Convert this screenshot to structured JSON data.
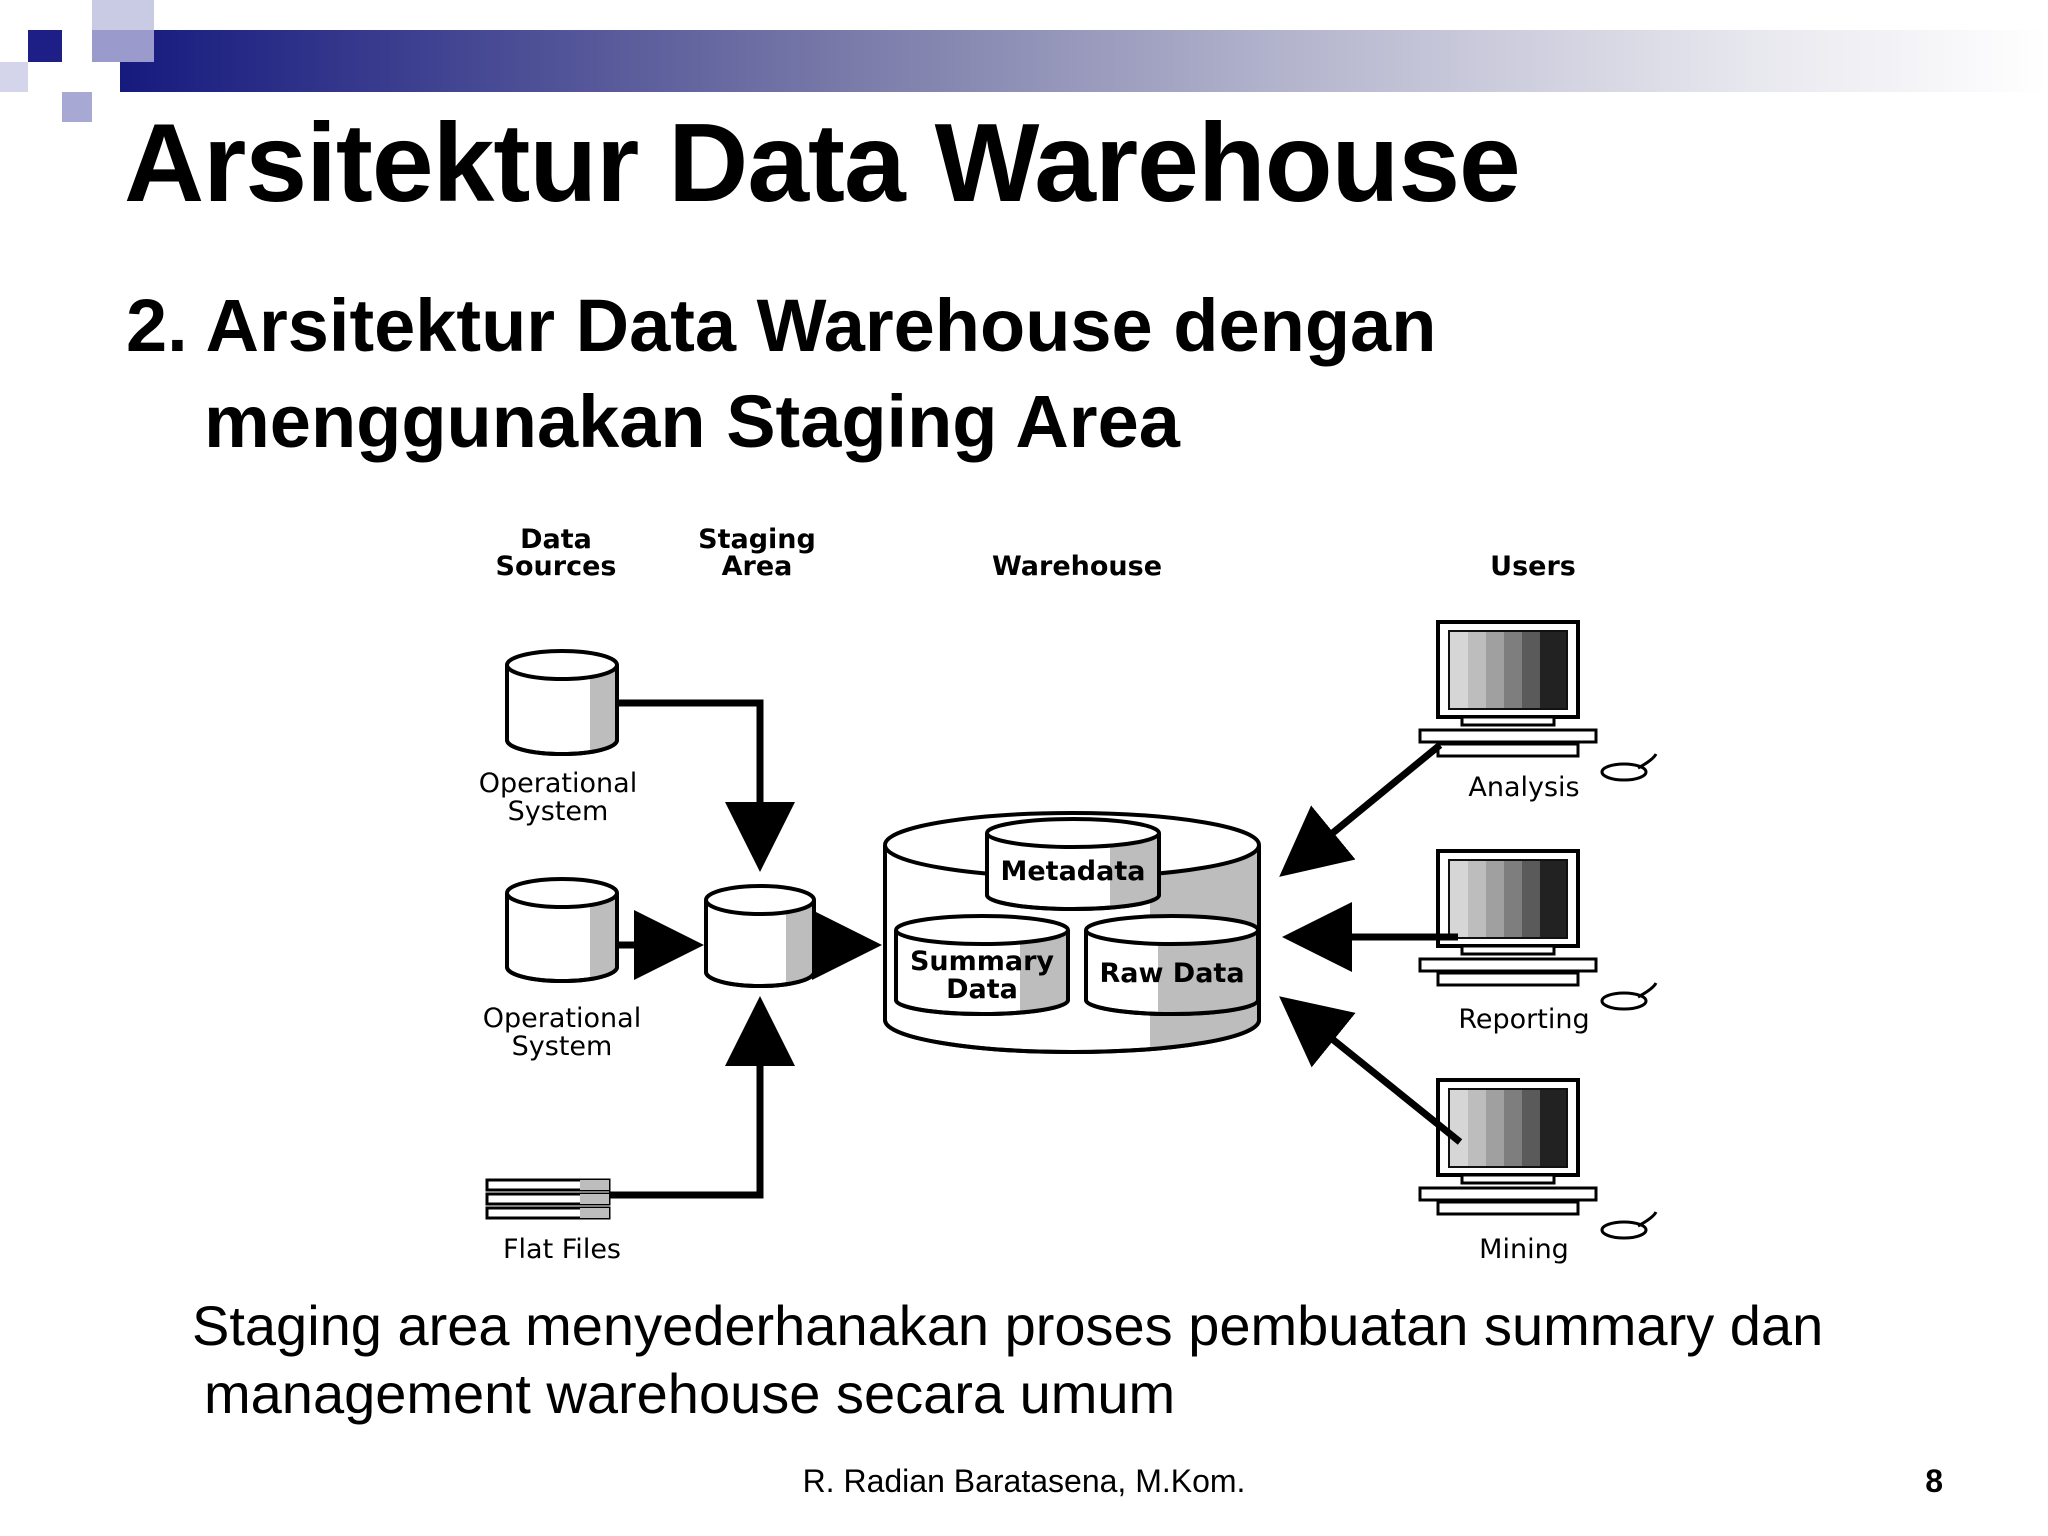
{
  "slide": {
    "title": "Arsitektur Data Warehouse",
    "subtitle_line1": "2. Arsitektur Data Warehouse dengan",
    "subtitle_line2": "menggunakan Staging Area",
    "caption_line1": "Staging area menyederhanakan proses pembuatan summary dan",
    "caption_line2": "management warehouse secara umum",
    "author": "R. Radian Baratasena, M.Kom.",
    "page_number": "8"
  },
  "theme": {
    "title_bar_start": "#161a7e",
    "title_bar_end": "#ffffff",
    "accent_square": "#1d1f86"
  },
  "diagram": {
    "headers": {
      "data_sources_1": "Data",
      "data_sources_2": "Sources",
      "staging_area_1": "Staging",
      "staging_area_2": "Area",
      "warehouse": "Warehouse",
      "users": "Users"
    },
    "sources": {
      "operational_1_line1": "Operational",
      "operational_1_line2": "System",
      "operational_2_line1": "Operational",
      "operational_2_line2": "System",
      "flat_files": "Flat Files"
    },
    "warehouse_parts": {
      "metadata": "Metadata",
      "summary_line1": "Summary",
      "summary_line2": "Data",
      "raw_data": "Raw Data"
    },
    "users": {
      "analysis": "Analysis",
      "reporting": "Reporting",
      "mining": "Mining"
    }
  }
}
